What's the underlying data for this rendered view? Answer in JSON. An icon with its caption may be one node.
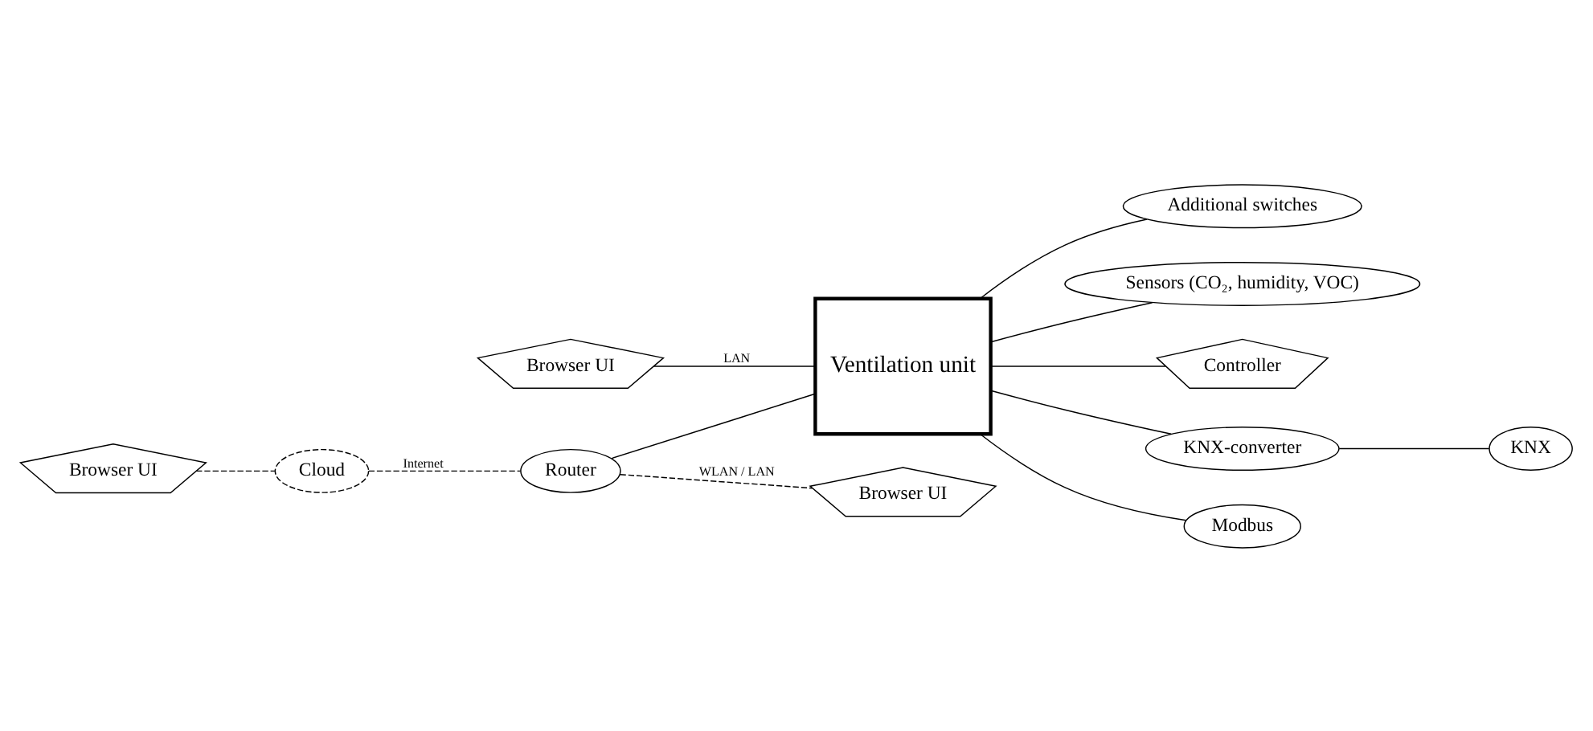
{
  "diagram": {
    "nodes": [
      {
        "text": [
          "Cloud"
        ]
      },
      {
        "text": [
          "Browser UI"
        ]
      },
      {
        "text": [
          "Router"
        ]
      },
      {
        "text": [
          "Browser UI"
        ]
      },
      {
        "text": [
          "Browser UI"
        ]
      },
      {
        "text": [
          "Ventilation unit"
        ]
      },
      {
        "text": [
          "Additional switches"
        ]
      },
      {
        "text": [
          "Sensors (CO₂, humidity, VOC)"
        ]
      },
      {
        "text": [
          "Controller"
        ]
      },
      {
        "text": [
          "KNX-converter"
        ]
      },
      {
        "text": [
          "Modbus"
        ]
      },
      {
        "text": [
          "KNX"
        ]
      }
    ],
    "edges": [
      {
        "from": 1,
        "to": 0,
        "arrow": "none",
        "style": "dashed"
      },
      {
        "from": 0,
        "to": 2,
        "arrow": "none",
        "style": "dashed",
        "label": "Internet"
      },
      {
        "from": 2,
        "to": 3,
        "arrow": "none",
        "style": "dashed",
        "label": "WLAN / LAN"
      },
      {
        "from": 2,
        "to": 5,
        "arrow": "none"
      },
      {
        "from": 4,
        "to": 5,
        "arrow": "none",
        "label": "LAN"
      },
      {
        "from": 5,
        "to": 6,
        "arrow": "none"
      },
      {
        "from": 5,
        "to": 7,
        "arrow": "none"
      },
      {
        "from": 5,
        "to": 8,
        "arrow": "none"
      },
      {
        "from": 5,
        "to": 9,
        "arrow": "none"
      },
      {
        "from": 5,
        "to": 10,
        "arrow": "none"
      },
      {
        "from": 9,
        "to": 11,
        "arrow": "none"
      }
    ]
  }
}
